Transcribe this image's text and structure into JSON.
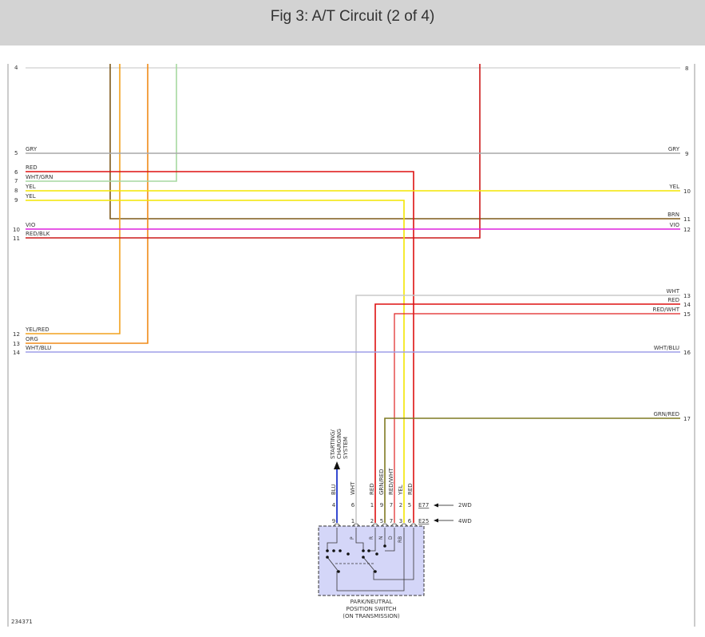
{
  "header": {
    "title": "Fig 3: A/T Circuit (2 of 4)"
  },
  "diagram": {
    "figure_id": "234371",
    "left_pins": [
      "4",
      "5",
      "6",
      "7",
      "8",
      "9",
      "10",
      "11",
      "12",
      "13",
      "14"
    ],
    "left_labels": [
      "GRY",
      "RED",
      "WHT/GRN",
      "YEL",
      "YEL",
      "VIO",
      "RED/BLK",
      "YEL/RED",
      "ORG",
      "WHT/BLU"
    ],
    "right_pins": [
      "8",
      "9",
      "10",
      "11",
      "12",
      "13",
      "14",
      "15",
      "16",
      "17"
    ],
    "right_labels": [
      "GRY",
      "YEL",
      "BRN",
      "VIO",
      "WHT",
      "RED",
      "RED/WHT",
      "WHT/BLU",
      "GRN/RED"
    ],
    "wire_colors": {
      "GRY": "#a8a8a8",
      "RED": "#dd1111",
      "WHT_GRN": "#a6d8a0",
      "YEL": "#f3e600",
      "BRN": "#7f5a1a",
      "VIO": "#dd22dd",
      "RED_BLK": "#cc1a1a",
      "YEL_RED": "#f2a21e",
      "ORG": "#f08a18",
      "WHT_BLU": "#9d9de8",
      "WHT": "#c8c8c8",
      "GRN_RED": "#7f7a22",
      "BLU": "#1f35cc",
      "RED_WHT": "#e02222",
      "TOP_GRY": "#cfcfcf"
    },
    "conn_wire_labels": [
      "BLU",
      "WHT",
      "RED",
      "GRN/RED",
      "RED/WHT",
      "YEL",
      "RED"
    ],
    "conn_row1": [
      "4",
      "6",
      "1",
      "9",
      "7",
      "2",
      "5"
    ],
    "conn_row2": [
      "9",
      "1",
      "2",
      "5",
      "7",
      "3",
      "6"
    ],
    "switch_pins": [
      "P",
      "R",
      "N",
      "D",
      "RB"
    ],
    "ref_e77": "E77",
    "ref_e25": "E25",
    "ref_2wd": "2WD",
    "ref_4wd": "4WD",
    "starting_system": [
      "STARTING/",
      "CHARGING",
      "SYSTEM"
    ],
    "switch_caption": [
      "PARK/NEUTRAL",
      "POSITION SWITCH",
      "(ON TRANSMISSION)"
    ]
  }
}
